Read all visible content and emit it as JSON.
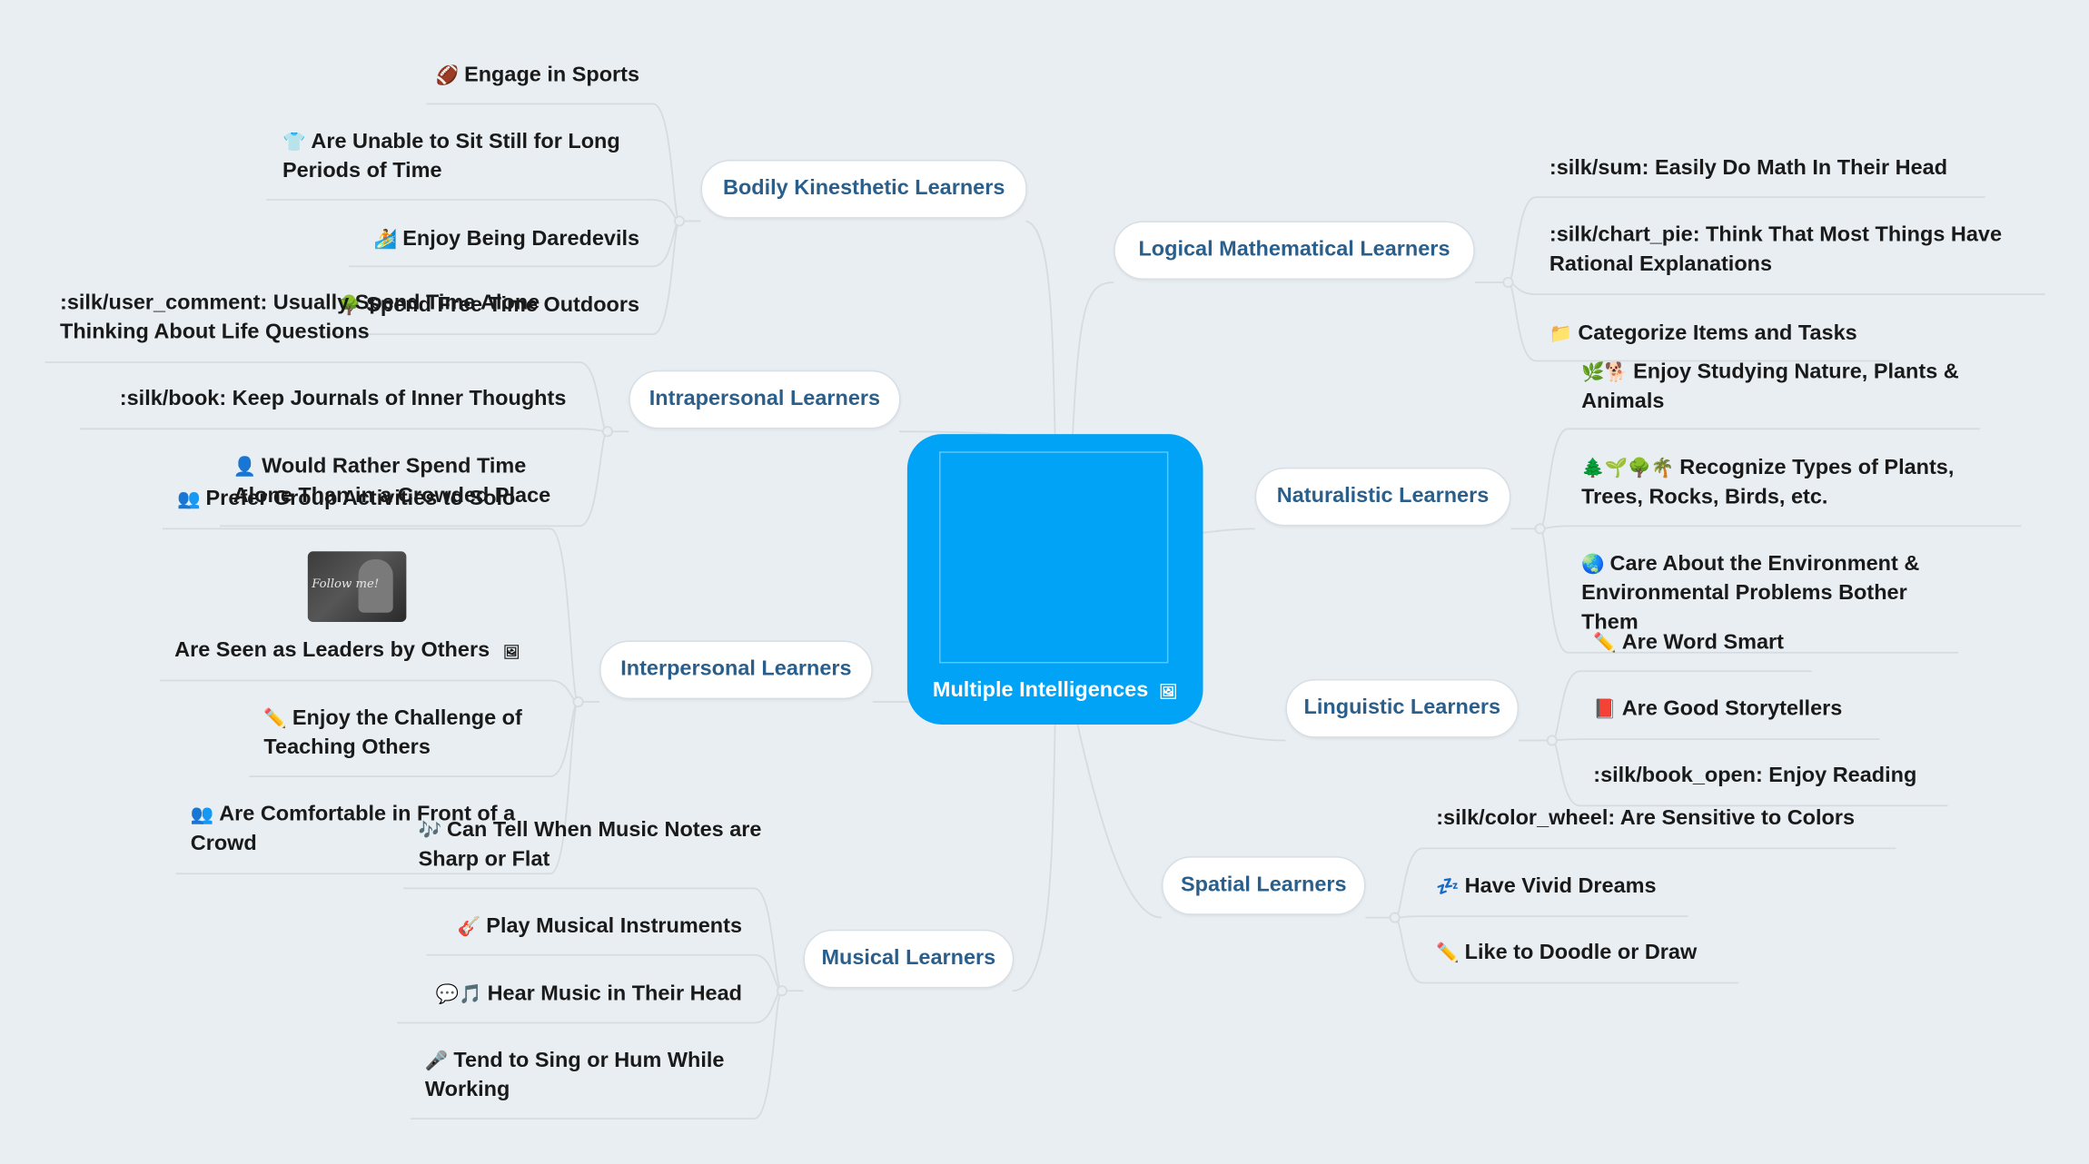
{
  "center": {
    "title": "Multiple Intelligences",
    "icon": "image-icon"
  },
  "branches": {
    "bodily": {
      "label": "Bodily Kinesthetic Learners",
      "items": [
        "Engage in Sports",
        "Are Unable to Sit Still for Long Periods of Time",
        "Enjoy Being Daredevils",
        "Spend Free Time Outdoors"
      ],
      "icons": [
        "football-icon",
        "tshirt-icon",
        "surfer-icon",
        "tree-icon"
      ]
    },
    "intrapersonal": {
      "label": "Intrapersonal Learners",
      "items": [
        ":silk/user_comment: Usually Spend Time Alone Thinking About Life Questions",
        ":silk/book: Keep Journals of Inner Thoughts",
        "Would Rather Spend Time Alone Than in a Crowded Place"
      ],
      "icons": [
        "",
        "",
        "user-icon"
      ]
    },
    "interpersonal": {
      "label": "Interpersonal Learners",
      "items": [
        "Prefer Group Activities to Solo",
        "Are Seen as Leaders by Others",
        "Enjoy the Challenge of Teaching Others",
        "Are Comfortable in Front of a Crowd"
      ],
      "icons": [
        "group-icon",
        "image-icon",
        "pencil-icon",
        "group-icon"
      ],
      "photo_text": "Follow me!"
    },
    "musical": {
      "label": "Musical Learners",
      "items": [
        "Can Tell When Music Notes are Sharp or Flat",
        "Play Musical Instruments",
        "Hear Music in Their Head",
        "Tend to Sing or Hum While Working"
      ],
      "icons": [
        "music-notes-icon",
        "guitar-icon",
        "speech-music-icon",
        "microphone-icon"
      ]
    },
    "logical": {
      "label": "Logical Mathematical Learners",
      "items": [
        ":silk/sum: Easily Do Math In Their Head",
        ":silk/chart_pie: Think That Most Things Have Rational Explanations",
        "Categorize Items and Tasks"
      ],
      "icons": [
        "",
        "",
        "folder-icon"
      ]
    },
    "naturalistic": {
      "label": "Naturalistic Learners",
      "items": [
        "Enjoy Studying Nature, Plants & Animals",
        "Recognize Types of Plants, Trees, Rocks, Birds, etc.",
        "Care About the Environment & Environmental Problems Bother Them"
      ],
      "icons": [
        "herb-dog-icon",
        "plants-icon",
        "globe-icon"
      ]
    },
    "linguistic": {
      "label": "Linguistic Learners",
      "items": [
        "Are Word Smart",
        "Are Good Storytellers",
        ":silk/book_open: Enjoy Reading"
      ],
      "icons": [
        "pencil-icon",
        "book-icon",
        ""
      ]
    },
    "spatial": {
      "label": "Spatial Learners",
      "items": [
        ":silk/color_wheel: Are Sensitive to Colors",
        "Have Vivid Dreams",
        "Like to Doodle or Draw"
      ],
      "icons": [
        "",
        "zzz-icon",
        "pencil-icon"
      ]
    }
  },
  "colors": {
    "background": "#e8eef2",
    "center": "#00a3f5",
    "branch_text": "#2a5f8c",
    "link": "#d5dbe0"
  }
}
